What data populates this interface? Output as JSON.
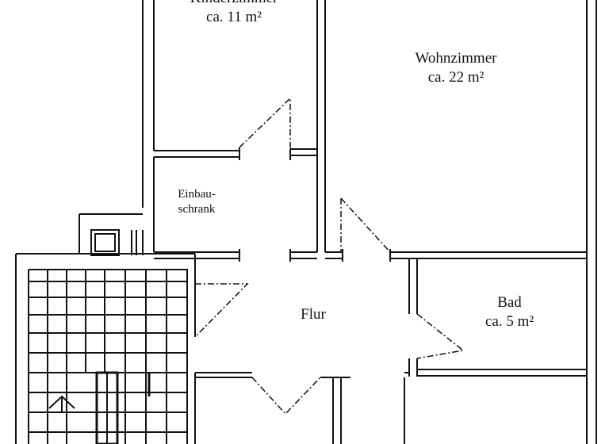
{
  "rooms": {
    "kinderzimmer": {
      "name": "Kinderzimmer",
      "area": "ca. 11 m²"
    },
    "wohnzimmer": {
      "name": "Wohnzimmer",
      "area": "ca. 22 m²"
    },
    "einbauschrank": {
      "line1": "Einbau-",
      "line2": "schrank"
    },
    "flur": {
      "name": "Flur"
    },
    "bad": {
      "name": "Bad",
      "area": "ca. 5 m²"
    }
  },
  "colors": {
    "wall": "#111111",
    "background": "#ffffff"
  }
}
